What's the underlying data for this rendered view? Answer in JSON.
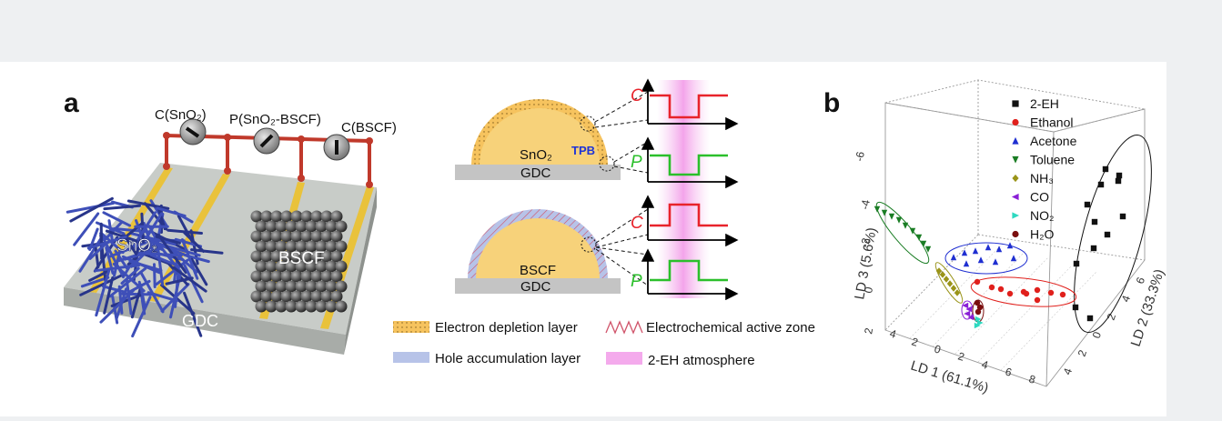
{
  "panel_a": {
    "label": "a",
    "electrodes": {
      "c_sno2": "C(SnO₂)",
      "p_mixed": "P(SnO₂-BSCF)",
      "c_bscf": "C(BSCF)"
    },
    "sno2_label": "SnO₂",
    "bscf_label": "BSCF",
    "substrate_label": "GDC",
    "top_grain": {
      "material": "SnO₂",
      "substrate": "GDC",
      "tpb": "TPB"
    },
    "bottom_grain": {
      "material": "BSCF",
      "substrate": "GDC"
    },
    "signals": [
      "C",
      "P",
      "C",
      "P"
    ],
    "legend": {
      "electron_depletion": "Electron depletion layer",
      "hole_accumulation": "Hole accumulation layer",
      "electrochemical_zone": "Electrochemical active zone",
      "atmosphere": "2-EH atmosphere"
    }
  },
  "panel_b": {
    "label": "b",
    "axis_x": "LD 1 (61.1%)",
    "axis_y": "LD 2 (33.3%)",
    "axis_z": "LD 3 (5.6%)",
    "x_ticks": [
      "4",
      "2",
      "0",
      "2",
      "4",
      "6",
      "8"
    ],
    "y_ticks": [
      "6",
      "4",
      "2",
      "0",
      "2",
      "4"
    ],
    "z_ticks": [
      "-6",
      "-4",
      "-2",
      "0",
      "2"
    ],
    "legend": [
      {
        "name": "2-EH",
        "color": "#111111",
        "marker": "square"
      },
      {
        "name": "Ethanol",
        "color": "#e0201c",
        "marker": "circle"
      },
      {
        "name": "Acetone",
        "color": "#1f2fd1",
        "marker": "triangle-up"
      },
      {
        "name": "Toluene",
        "color": "#1a7d24",
        "marker": "triangle-down"
      },
      {
        "name": "NH₃",
        "color": "#9a9419",
        "marker": "diamond"
      },
      {
        "name": "CO",
        "color": "#8a1fd6",
        "marker": "triangle-left"
      },
      {
        "name": "NO₂",
        "color": "#2ed9c0",
        "marker": "triangle-right"
      },
      {
        "name": "H₂O",
        "color": "#7a0e0e",
        "marker": "circle"
      }
    ]
  }
}
